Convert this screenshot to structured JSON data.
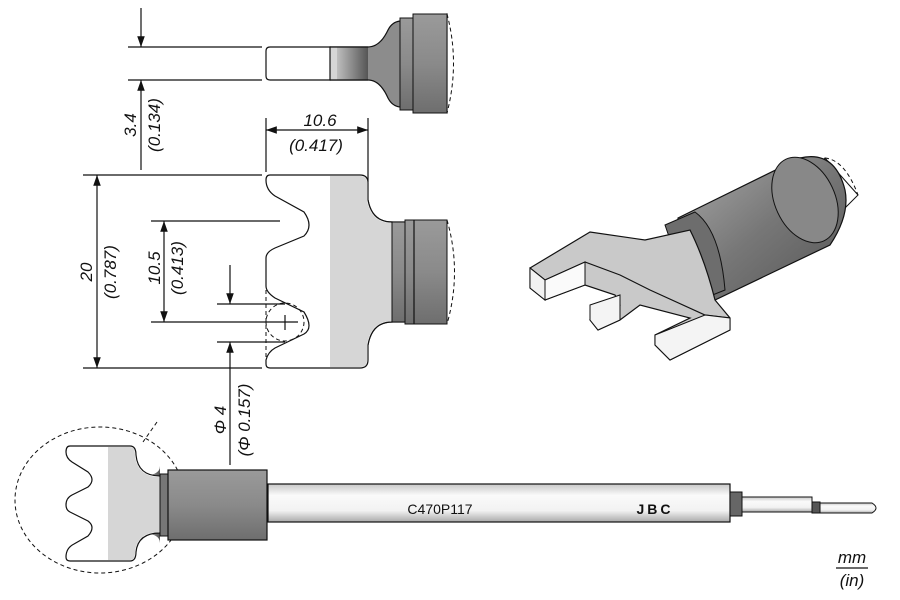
{
  "title": "C470P117 cartridge tip dimensions",
  "dimensions": {
    "thickness_mm": "3.4",
    "thickness_in": "(0.134)",
    "width_mm": "10.6",
    "width_in": "(0.417)",
    "height_mm": "20",
    "height_in": "(0.787)",
    "pitch_mm": "10.5",
    "pitch_in": "(0.413)",
    "diameter_mm": "Φ 4",
    "diameter_in": "(Φ 0.157)"
  },
  "cartridge": {
    "model": "C470P117",
    "brand": "JBC"
  },
  "units": {
    "primary": "mm",
    "secondary": "(in)"
  },
  "colors": {
    "metal_dark": "#7a7a7a",
    "metal_light": "#d6d6d6",
    "outline": "#111111"
  }
}
